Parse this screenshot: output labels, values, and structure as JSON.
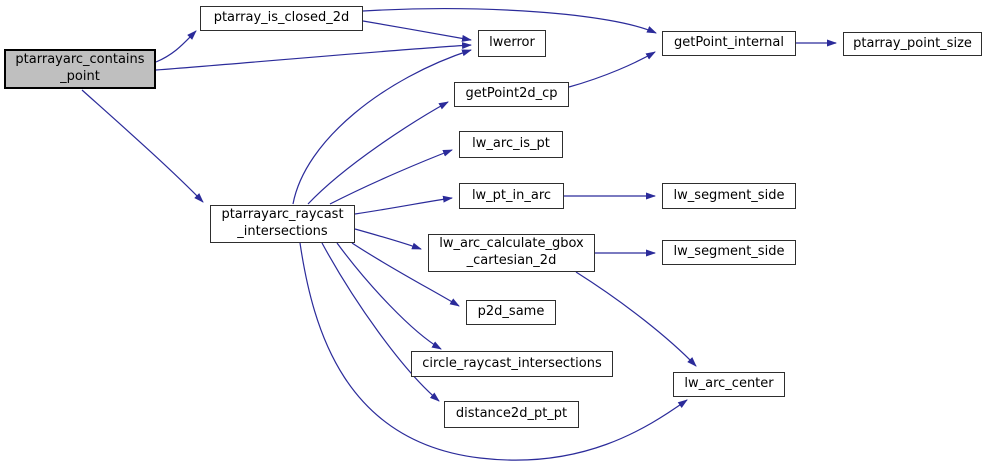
{
  "diagram": {
    "kind": "function-call-graph",
    "colors": {
      "edge": "#2b2b9a",
      "node_fill": "#ffffff",
      "node_border": "#2e2e2e",
      "root_fill": "#bfbfbf",
      "root_border": "#000000",
      "text": "#000000",
      "background": "#ffffff"
    },
    "nodes": [
      {
        "id": "ptarrayarc_contains_point",
        "label": "ptarrayarc_contains\n_point",
        "root": true
      },
      {
        "id": "ptarray_is_closed_2d",
        "label": "ptarray_is_closed_2d",
        "root": false
      },
      {
        "id": "lwerror",
        "label": "lwerror",
        "root": false
      },
      {
        "id": "getPoint_internal",
        "label": "getPoint_internal",
        "root": false
      },
      {
        "id": "ptarray_point_size",
        "label": "ptarray_point_size",
        "root": false
      },
      {
        "id": "getPoint2d_cp",
        "label": "getPoint2d_cp",
        "root": false
      },
      {
        "id": "lw_arc_is_pt",
        "label": "lw_arc_is_pt",
        "root": false
      },
      {
        "id": "lw_pt_in_arc",
        "label": "lw_pt_in_arc",
        "root": false
      },
      {
        "id": "lw_segment_side_1",
        "label": "lw_segment_side",
        "root": false
      },
      {
        "id": "lw_arc_calculate_gbox_cartesian_2d",
        "label": "lw_arc_calculate_gbox\n_cartesian_2d",
        "root": false
      },
      {
        "id": "lw_segment_side_2",
        "label": "lw_segment_side",
        "root": false
      },
      {
        "id": "ptarrayarc_raycast_intersections",
        "label": "ptarrayarc_raycast\n_intersections",
        "root": false
      },
      {
        "id": "p2d_same",
        "label": "p2d_same",
        "root": false
      },
      {
        "id": "circle_raycast_intersections",
        "label": "circle_raycast_intersections",
        "root": false
      },
      {
        "id": "distance2d_pt_pt",
        "label": "distance2d_pt_pt",
        "root": false
      },
      {
        "id": "lw_arc_center",
        "label": "lw_arc_center",
        "root": false
      }
    ],
    "edges": [
      {
        "from": "ptarrayarc_contains_point",
        "to": "ptarray_is_closed_2d"
      },
      {
        "from": "ptarrayarc_contains_point",
        "to": "lwerror"
      },
      {
        "from": "ptarrayarc_contains_point",
        "to": "ptarrayarc_raycast_intersections"
      },
      {
        "from": "ptarray_is_closed_2d",
        "to": "lwerror"
      },
      {
        "from": "ptarray_is_closed_2d",
        "to": "getPoint_internal"
      },
      {
        "from": "getPoint2d_cp",
        "to": "getPoint_internal"
      },
      {
        "from": "getPoint_internal",
        "to": "ptarray_point_size"
      },
      {
        "from": "ptarrayarc_raycast_intersections",
        "to": "lwerror"
      },
      {
        "from": "ptarrayarc_raycast_intersections",
        "to": "getPoint2d_cp"
      },
      {
        "from": "ptarrayarc_raycast_intersections",
        "to": "lw_arc_is_pt"
      },
      {
        "from": "ptarrayarc_raycast_intersections",
        "to": "lw_pt_in_arc"
      },
      {
        "from": "ptarrayarc_raycast_intersections",
        "to": "lw_arc_calculate_gbox_cartesian_2d"
      },
      {
        "from": "ptarrayarc_raycast_intersections",
        "to": "p2d_same"
      },
      {
        "from": "ptarrayarc_raycast_intersections",
        "to": "circle_raycast_intersections"
      },
      {
        "from": "ptarrayarc_raycast_intersections",
        "to": "distance2d_pt_pt"
      },
      {
        "from": "ptarrayarc_raycast_intersections",
        "to": "lw_arc_center"
      },
      {
        "from": "lw_pt_in_arc",
        "to": "lw_segment_side_1"
      },
      {
        "from": "lw_arc_calculate_gbox_cartesian_2d",
        "to": "lw_segment_side_2"
      },
      {
        "from": "lw_arc_calculate_gbox_cartesian_2d",
        "to": "lw_arc_center"
      }
    ]
  }
}
